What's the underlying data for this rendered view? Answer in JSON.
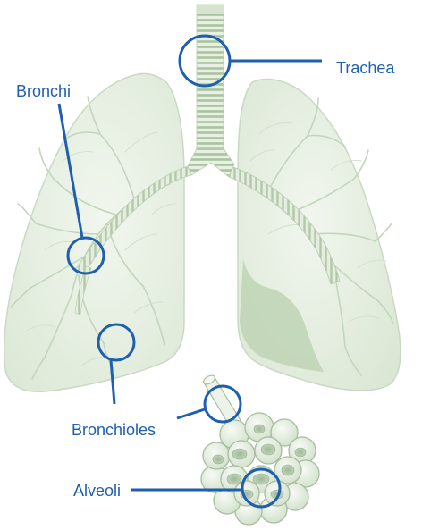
{
  "labels": {
    "trachea": "Trachea",
    "bronchi": "Bronchi",
    "bronchioles": "Bronchioles",
    "alveoli": "Alveoli"
  },
  "colors": {
    "label_text": "#1f5fb0",
    "callout": "#1f5fb0",
    "lung_fill": "#e9f1e4",
    "lung_edge": "#c9d9c3",
    "lung_shadow": "#b9cfb0",
    "trachea_light": "#e7f0e2",
    "trachea_ring": "#a9c3a0",
    "branch": "#c3d6bc",
    "alveoli_fill": "#e8f0e3",
    "alveoli_edge": "#a7bd9f"
  }
}
